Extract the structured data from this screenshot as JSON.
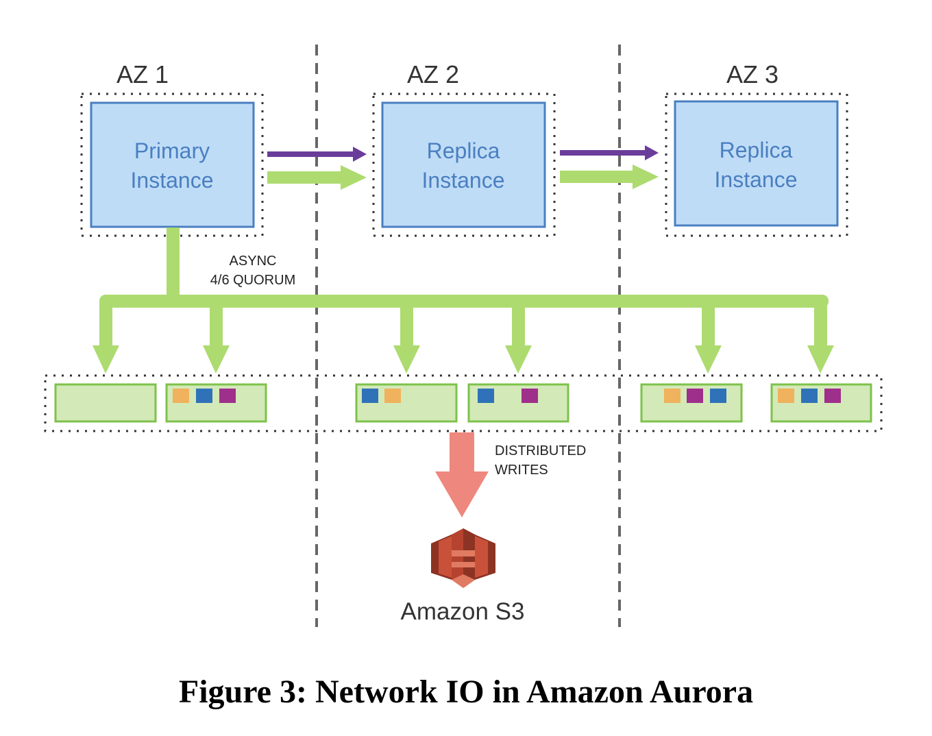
{
  "availability_zones": [
    {
      "label": "AZ 1",
      "instance": {
        "line1": "Primary",
        "line2": "Instance"
      }
    },
    {
      "label": "AZ 2",
      "instance": {
        "line1": "Replica",
        "line2": "Instance"
      }
    },
    {
      "label": "AZ 3",
      "instance": {
        "line1": "Replica",
        "line2": "Instance"
      }
    }
  ],
  "quorum_label": {
    "line1": "ASYNC",
    "line2": "4/6 QUORUM"
  },
  "writes_label": {
    "line1": "DISTRIBUTED",
    "line2": "WRITES"
  },
  "s3_label": "Amazon S3",
  "caption": "Figure 3: Network IO in Amazon Aurora",
  "storage_nodes": [
    {
      "blocks": []
    },
    {
      "blocks": [
        "orange",
        "blue",
        "purple"
      ]
    },
    {
      "blocks": [
        "blue",
        "orange"
      ]
    },
    {
      "blocks": [
        "blue",
        "purple"
      ]
    },
    {
      "blocks": [
        "orange",
        "purple",
        "blue"
      ]
    },
    {
      "blocks": [
        "orange",
        "blue",
        "purple"
      ]
    }
  ],
  "colors": {
    "instance_fill": "#bfdcf7",
    "instance_border": "#4a7fc0",
    "instance_text": "#4a7fc0",
    "green_arrow": "#addb6f",
    "purple_arrow": "#6a3d9a",
    "red_arrow": "#ee877e",
    "storage_fill": "#d3e9b8",
    "storage_border": "#7cc24a",
    "block_orange": "#f0b25c",
    "block_blue": "#2f72b8",
    "block_purple": "#9e2f8a",
    "s3_dark": "#8c3323",
    "s3_mid": "#c9513a",
    "s3_light": "#e07b62"
  }
}
